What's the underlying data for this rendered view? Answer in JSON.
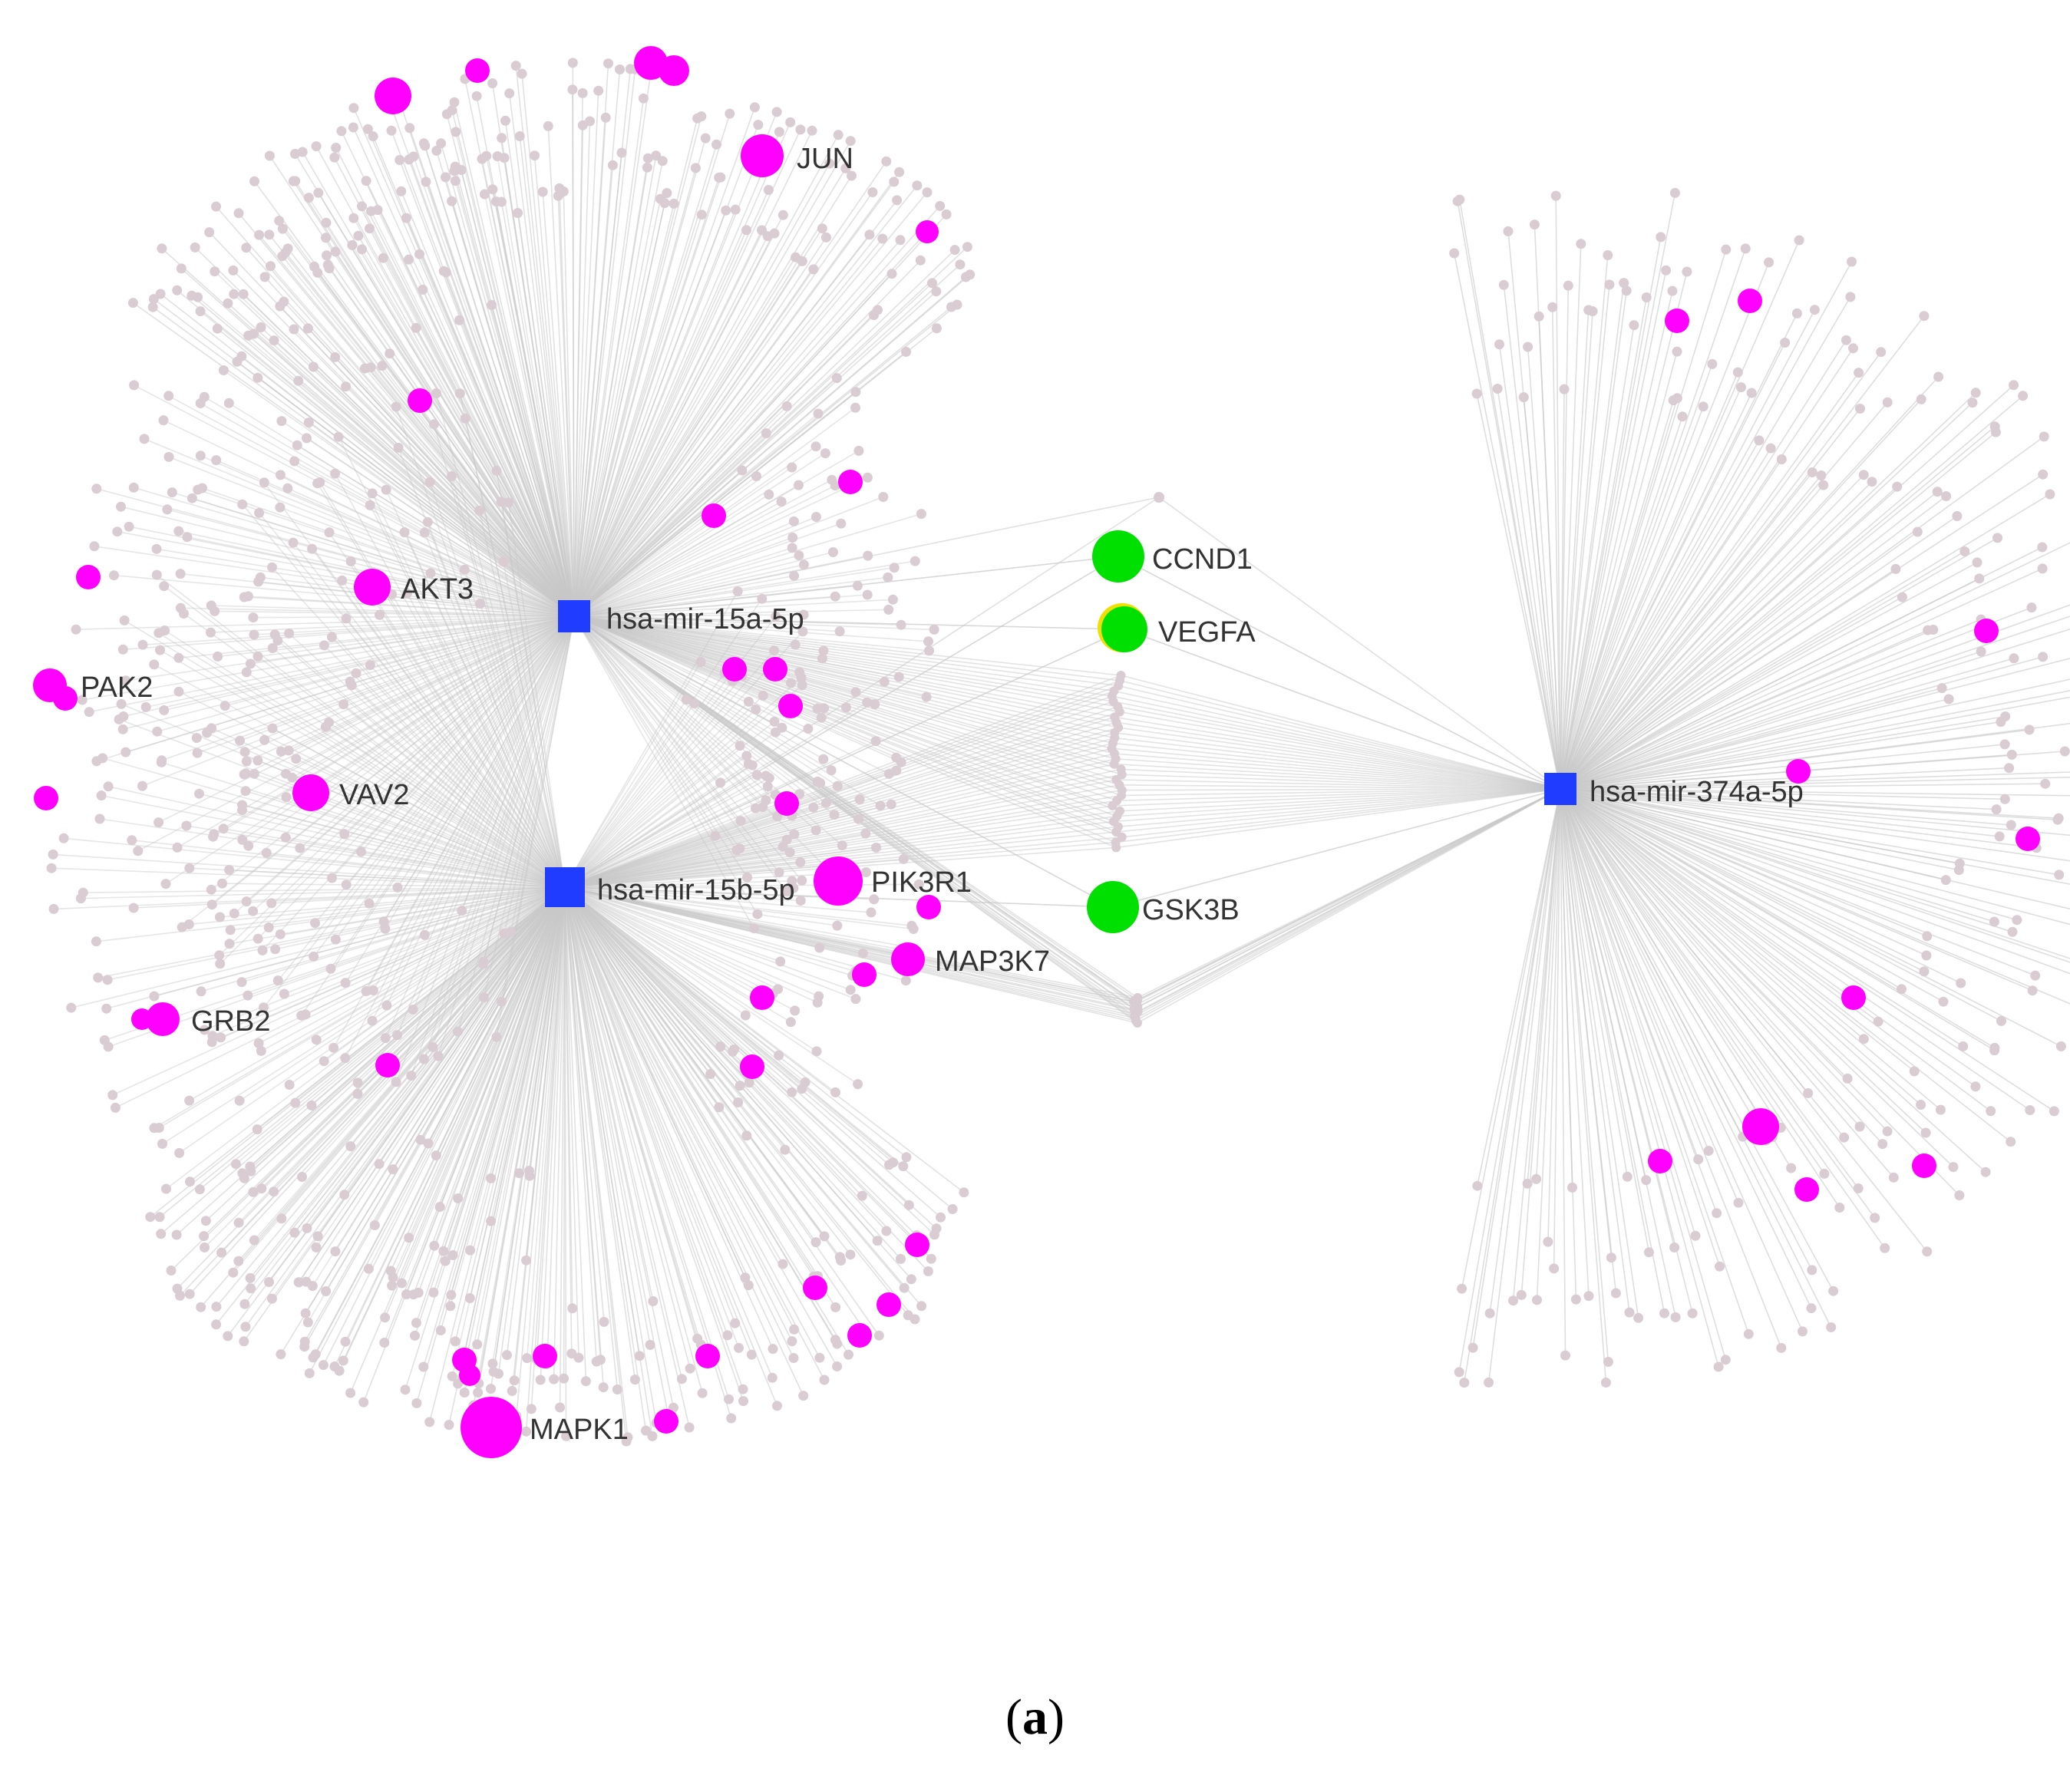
{
  "figure": {
    "caption_open": "(",
    "caption_letter": "a",
    "caption_close": ")"
  },
  "colors": {
    "edge": "#c8c8c8",
    "gene_node": "#d9ccd2",
    "hub_gene": "#ff00ff",
    "key_gene": "#00e000",
    "mirna": "#1f3cff"
  },
  "network": {
    "mirnas": [
      {
        "id": "m15a",
        "label": "hsa-mir-15a-5p"
      },
      {
        "id": "m15b",
        "label": "hsa-mir-15b-5p"
      },
      {
        "id": "m374",
        "label": "hsa-mir-374a-5p"
      }
    ],
    "key_genes": [
      {
        "id": "CCND1",
        "label": "CCND1"
      },
      {
        "id": "VEGFA",
        "label": "VEGFA"
      },
      {
        "id": "GSK3B",
        "label": "GSK3B"
      }
    ],
    "labeled_hub_genes": [
      {
        "id": "JUN",
        "label": "JUN"
      },
      {
        "id": "AKT3",
        "label": "AKT3"
      },
      {
        "id": "PAK2",
        "label": "PAK2"
      },
      {
        "id": "VAV2",
        "label": "VAV2"
      },
      {
        "id": "PIK3R1",
        "label": "PIK3R1"
      },
      {
        "id": "MAP3K7",
        "label": "MAP3K7"
      },
      {
        "id": "GRB2",
        "label": "GRB2"
      },
      {
        "id": "MAPK1",
        "label": "MAPK1"
      }
    ]
  }
}
